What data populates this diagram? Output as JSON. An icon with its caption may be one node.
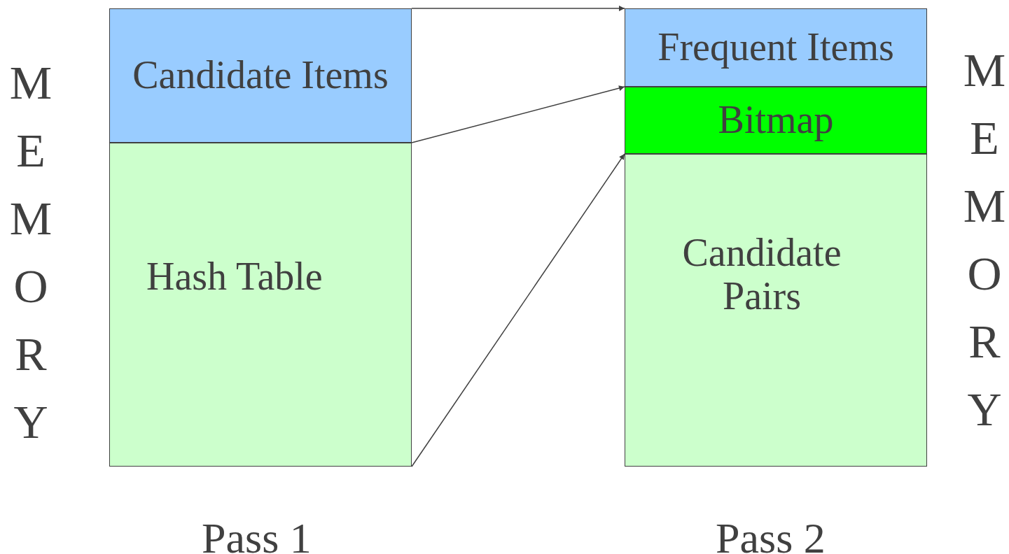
{
  "diagram": {
    "nodes": [
      {
        "text": [
          "Candidate Items"
        ]
      },
      {
        "text": [
          "Hash Table"
        ]
      },
      {
        "text": [
          "Frequent Items"
        ]
      },
      {
        "text": [
          "Bitmap"
        ]
      },
      {
        "text": [
          "Candidate Pairs"
        ]
      }
    ],
    "edges": [
      {
        "from": 0,
        "to": 2,
        "arrow": "to"
      },
      {
        "from": 1,
        "to": 3,
        "arrow": "to"
      },
      {
        "from": 1,
        "to": 3,
        "arrow": "to"
      }
    ],
    "labels": [
      "MEMORY",
      "Pass 1",
      "MEMORY",
      "Pass 2"
    ]
  }
}
